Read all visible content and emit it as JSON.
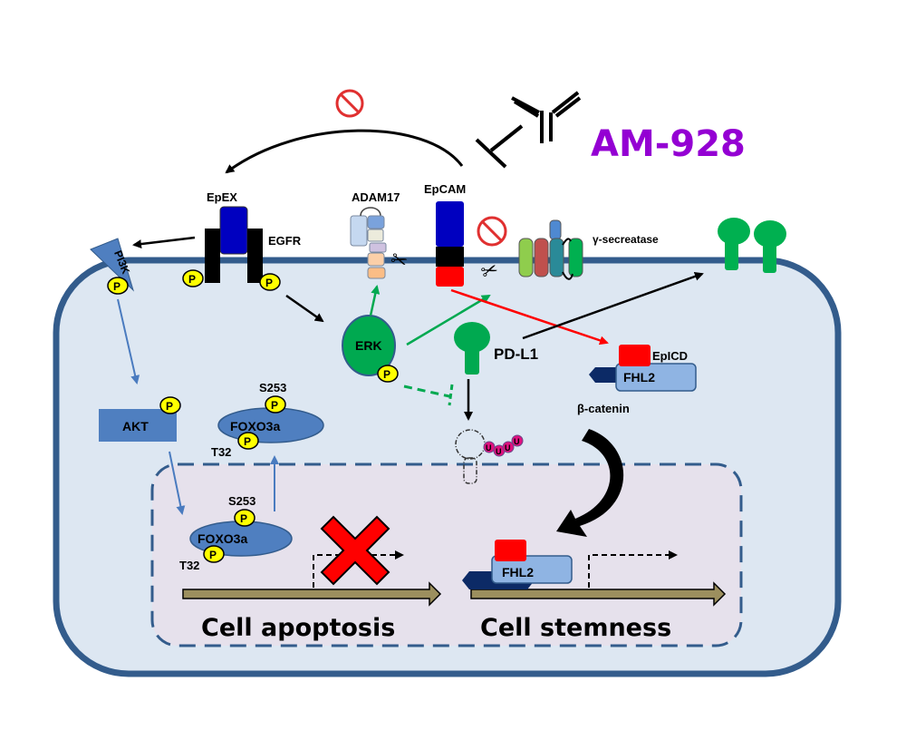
{
  "title": "AM-928",
  "colors": {
    "accent": "#9400D3",
    "membrane": "#335c8c",
    "cytoplasm": "#dde7f2",
    "nucleus": "#e6e1ec",
    "phospho": "#ffff00",
    "erk_green": "#00a950",
    "inhibit_red": "#e03030",
    "epcam_blue": "#0000c0",
    "epicd_red": "#ff0000",
    "beta_catenin": "#0c2a66",
    "fhl2": "#8fb4e3",
    "dna": "#9c8f5e"
  },
  "labels": {
    "epex": "EpEX",
    "egfr": "EGFR",
    "adam17": "ADAM17",
    "epcam": "EpCAM",
    "gamma_secretase": "γ-secreatase",
    "pi3k": "PI3K",
    "phospho": "P",
    "erk": "ERK",
    "akt": "AKT",
    "pdl1": "PD-L1",
    "epicd": "EpICD",
    "fhl2": "FHL2",
    "beta_catenin": "β-catenin",
    "foxo3a": "FOXO3a",
    "s253": "S253",
    "t32": "T32",
    "ubiquitin": "U",
    "cell_apoptosis": "Cell apoptosis",
    "cell_stemness": "Cell stemness"
  }
}
